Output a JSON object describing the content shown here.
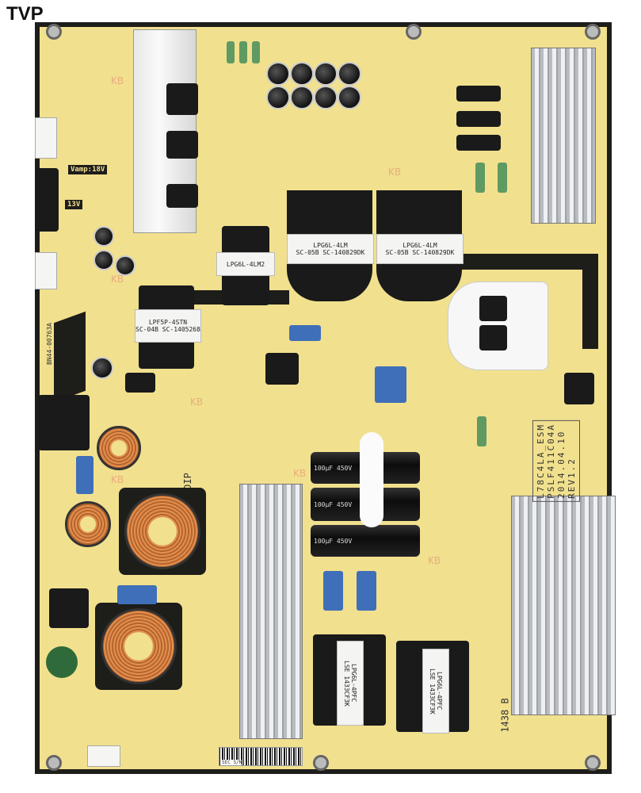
{
  "watermark": "TVP",
  "board": {
    "model_block": [
      "L78C4LA_ESM",
      "PSLF411C04A",
      "2014.04.10",
      "REV1.2"
    ],
    "part_number": "BN44-00763A",
    "voltage_tags": [
      "Vamp:18V",
      "13V"
    ],
    "dip_label": "DIP",
    "date_code": "1438 B",
    "kb_marks": [
      "KB",
      "KB",
      "KB",
      "KB",
      "KB",
      "KB",
      "KB"
    ],
    "colors": {
      "pcb": "#f1e08e",
      "trace": "#1d1d1a",
      "heatsink": "#c0c3c7",
      "capacitor": "#111111"
    }
  },
  "transformers": [
    {
      "line1": "LPG6L-4LM",
      "line2": "SC-05B SC-140829DK"
    },
    {
      "line1": "LPG6L-4LM",
      "line2": "SC-05B SC-140829DK"
    },
    {
      "line1": "LPG6L-4LM2",
      "line2": ""
    },
    {
      "line1": "LPF5P-4STN",
      "line2": "SC-04B SC-1405268"
    },
    {
      "line1": "LPG6L-4PFC",
      "line2": "LSE 1433CF3K"
    },
    {
      "line1": "LPG6L-4PFC",
      "line2": "LSE 1433CF3K"
    }
  ],
  "capacitors": {
    "bulk_label": "100μF 450V",
    "count_top": 8
  },
  "barcode_text": "SEC S/N"
}
